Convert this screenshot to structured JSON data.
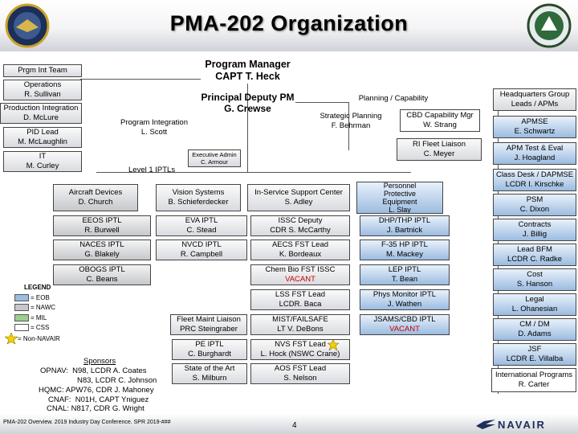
{
  "title": "PMA-202 Organization",
  "colors": {
    "blue_box": "#9cbce0",
    "gray_box": "#c6c8cc",
    "cbd_box": "#ffffff",
    "vacant": "#cc0000",
    "star": "#f5d200"
  },
  "top": {
    "pm": {
      "line1": "Program Manager",
      "line2": "CAPT T. Heck"
    },
    "ppm": {
      "line1": "Principal Deputy PM",
      "line2": "G. Crewse"
    },
    "prgm_int_team": "Prgm Int Team",
    "operations": {
      "line1": "Operations",
      "line2": "R. Sullivan"
    },
    "production": {
      "line1": "Production Integration",
      "line2": "D. McLure"
    },
    "pid_lead": {
      "line1": "PID Lead",
      "line2": "M. McLaughlin"
    },
    "it": {
      "line1": "IT",
      "line2": "M. Curley"
    },
    "prog_integration": {
      "line1": "Program Integration",
      "line2": "L. Scott"
    },
    "exec_admin": {
      "line1": "Executive Admin",
      "line2": "C. Armour"
    },
    "level1": "Level 1 IPTLs",
    "planning": "Planning / Capability",
    "strategic": {
      "line1": "Strategic Planning",
      "line2": "F. Behrman"
    },
    "cbd_cap": {
      "line1": "CBD Capability Mgr",
      "line2": "W. Strang"
    },
    "ri_fleet": {
      "line1": "RI Fleet Liaison",
      "line2": "C. Meyer"
    }
  },
  "columns": {
    "aircraft": {
      "header": {
        "line1": "Aircraft Devices",
        "line2": "D. Church"
      },
      "items": [
        {
          "line1": "EEOS IPTL",
          "line2": "R. Burwell"
        },
        {
          "line1": "NACES IPTL",
          "line2": "G. Blakely"
        },
        {
          "line1": "OBOGS IPTL",
          "line2": "C. Beans"
        }
      ]
    },
    "vision": {
      "header": {
        "line1": "Vision Systems",
        "line2": "B. Schieferdecker"
      },
      "items": [
        {
          "line1": "EVA IPTL",
          "line2": "C. Stead"
        },
        {
          "line1": "NVCD IPTL",
          "line2": "R. Campbell"
        }
      ]
    },
    "fleet_maint": {
      "line1": "Fleet Maint Liaison",
      "line2": "PRC Steingraber"
    },
    "pe_iptl": {
      "line1": "PE IPTL",
      "line2": "C. Burghardt"
    },
    "state_art": {
      "line1": "State of the Art",
      "line2": "S. Milburn"
    },
    "isc": {
      "header": {
        "line1": "In-Service Support Center",
        "line2": "S. Adley"
      },
      "items": [
        {
          "line1": "ISSC Deputy",
          "line2": "CDR S. McCarthy"
        },
        {
          "line1": "AECS FST Lead",
          "line2": "K. Bordeaux"
        },
        {
          "line1": "Chem Bio FST ISSC",
          "line2": "VACANT"
        },
        {
          "line1": "LSS FST Lead",
          "line2": "LCDR. Baca"
        },
        {
          "line1": "MIST/FAILSAFE",
          "line2": "LT V. DeBons"
        },
        {
          "line1": "NVS FST Lead",
          "line2": "L. Hock (NSWC Crane)"
        },
        {
          "line1": "AOS FST Lead",
          "line2": "S. Nelson"
        }
      ]
    },
    "personnel": {
      "header": {
        "line1": "Personnel",
        "line2": "Protective",
        "line3": "Equipment",
        "line4": "L. Slay"
      },
      "items": [
        {
          "line1": "DHP/THP IPTL",
          "line2": "J. Bartnick"
        },
        {
          "line1": "F-35 HP IPTL",
          "line2": "M. Mackey"
        },
        {
          "line1": "LEP IPTL",
          "line2": "T. Bean"
        },
        {
          "line1": "Phys Monitor IPTL",
          "line2": "J. Wathen"
        },
        {
          "line1": "JSAMS/CBD IPTL",
          "line2": "VACANT"
        }
      ]
    }
  },
  "hq": {
    "header": {
      "line1": "Headquarters Group",
      "line2": "Leads / APMs"
    },
    "items": [
      {
        "line1": "APMSE",
        "line2": "E. Schwartz"
      },
      {
        "line1": "APM Test & Eval",
        "line2": "J. Hoagland"
      },
      {
        "line1": "Class Desk / DAPMSE",
        "line2": "LCDR I. Kirschke"
      },
      {
        "line1": "PSM",
        "line2": "C. Dixon"
      },
      {
        "line1": "Contracts",
        "line2": "J. Billig"
      },
      {
        "line1": "Lead BFM",
        "line2": "LCDR C. Radke"
      },
      {
        "line1": "Cost",
        "line2": "S. Hanson"
      },
      {
        "line1": "Legal",
        "line2": "L. Ohanesian"
      },
      {
        "line1": "CM / DM",
        "line2": "D. Adams"
      },
      {
        "line1": "JSF",
        "line2": "LCDR E. Villalba"
      },
      {
        "line1": "International Programs",
        "line2": "R. Carter"
      }
    ]
  },
  "legend": {
    "title": "LEGEND",
    "items": [
      {
        "label": "= EOB",
        "color": "#9cbce0"
      },
      {
        "label": "= NAWC",
        "color": "#c6c8cc"
      },
      {
        "label": "= MIL",
        "color": "#9ccf8c"
      },
      {
        "label": "= CSS",
        "color": "#ffffff"
      },
      {
        "label": "= Non-NAVAIR",
        "color": "#f5d200"
      }
    ]
  },
  "sponsors": {
    "title": "Sponsors",
    "lines": [
      "OPNAV:  N98, LCDR A. Coates",
      "N83, LCDR C. Johnson",
      "HQMC: APW76, CDR J. Mahoney",
      "CNAF:  N01H, CAPT Yniguez",
      "CNAL: N817, CDR G. Wright"
    ]
  },
  "footer": {
    "note": "PMA-202 Overview. 2019 Industry Day Conference. SPR 2019-###",
    "page": "4",
    "logo": "NAVAIR"
  }
}
